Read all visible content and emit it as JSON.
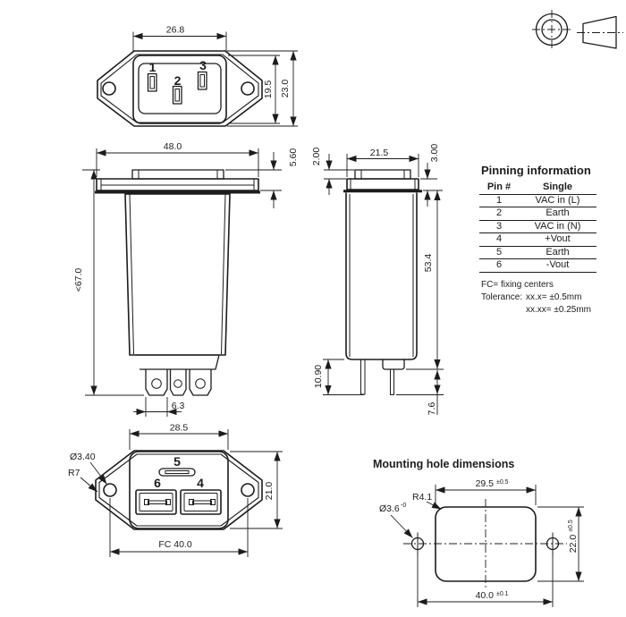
{
  "front_view": {
    "dim_width": "26.8",
    "dim_face_height": "19.5",
    "dim_flange_height": "23.0",
    "pin1": "1",
    "pin2": "2",
    "pin3": "3"
  },
  "side_view": {
    "dim_width": "48.0",
    "dim_flange_depth": "5.60",
    "dim_height": "<67.0",
    "dim_tab_width": "6.3"
  },
  "end_view": {
    "dim_cap_height": "2.00",
    "dim_cap_width": "21.5",
    "dim_flange_depth": "3.00",
    "dim_body_length": "53.4",
    "dim_tab_length": "10.90",
    "dim_pin_length": "7.6"
  },
  "rear_view": {
    "dim_face_width": "28.5",
    "dim_hole_dia": "Ø3.40",
    "dim_ear_radius": "R7",
    "dim_face_height": "21.0",
    "dim_fixing_centers": "FC 40.0",
    "pin4": "4",
    "pin5": "5",
    "pin6": "6"
  },
  "mounting_view": {
    "title": "Mounting hole dimensions",
    "dim_cutout_width": "29.5",
    "dim_cutout_width_tol": "±0.5",
    "dim_corner_radius": "R4.1",
    "dim_hole_dia": "Ø3.6",
    "dim_hole_dia_tol": "-0",
    "dim_cutout_height": "22.0",
    "dim_cutout_height_tol": "±0.5",
    "dim_hole_centers": "40.0",
    "dim_hole_centers_tol": "±0.1"
  },
  "pinning_table": {
    "title": "Pinning information",
    "headers": {
      "pin": "Pin #",
      "single": "Single"
    },
    "rows": [
      {
        "pin": "1",
        "single": "VAC in (L)"
      },
      {
        "pin": "2",
        "single": "Earth"
      },
      {
        "pin": "3",
        "single": "VAC in (N)"
      },
      {
        "pin": "4",
        "single": "+Vout"
      },
      {
        "pin": "5",
        "single": "Earth"
      },
      {
        "pin": "6",
        "single": "-Vout"
      }
    ],
    "notes": {
      "fc": "FC= fixing centers",
      "tolerance_label": "Tolerance:",
      "tol1": "xx.x= ±0.5mm",
      "tol2": "xx.xx= ±0.25mm"
    }
  },
  "colors": {
    "line": "#1c1c1c",
    "background": "#ffffff"
  }
}
